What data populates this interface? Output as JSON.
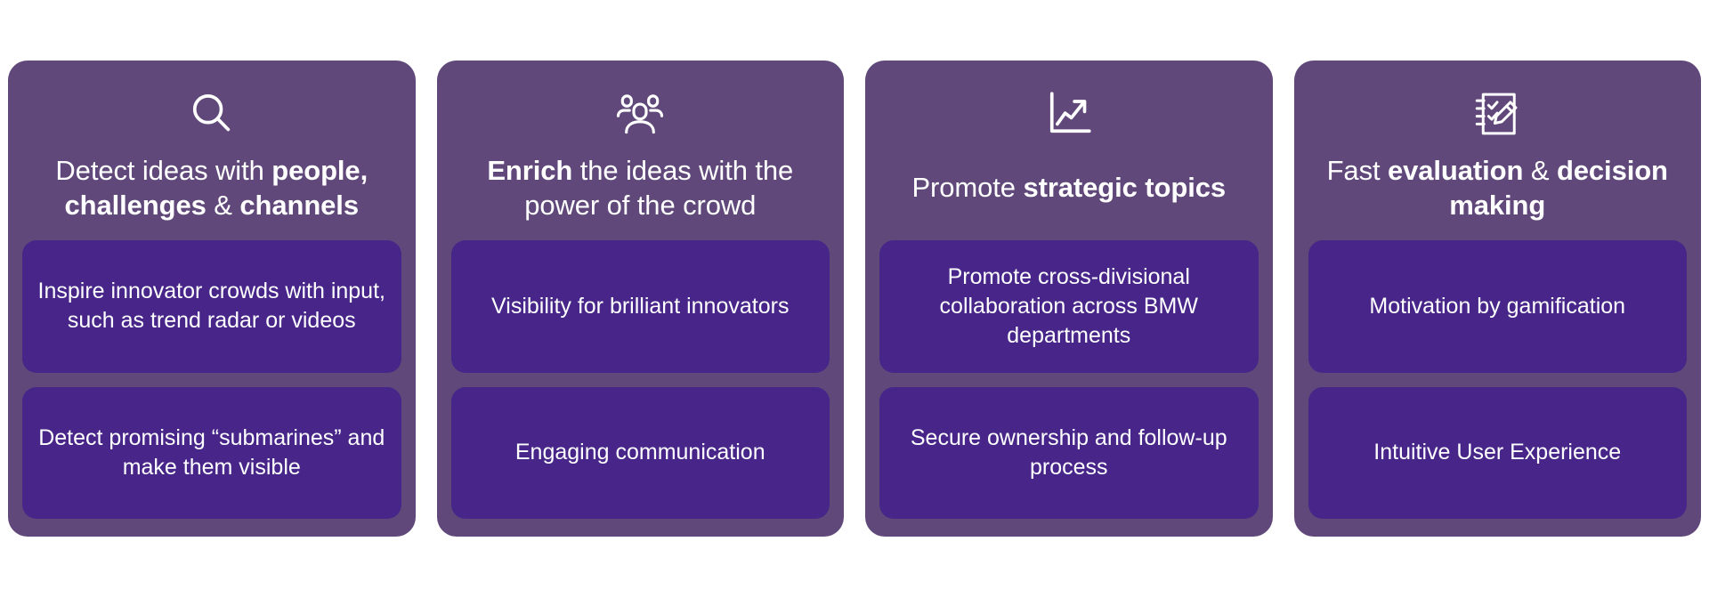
{
  "theme": {
    "page_background": "#ffffff",
    "card_background": "#60497A",
    "bullet_background": "#472589",
    "text_color": "#ffffff"
  },
  "cards": [
    {
      "icon": "magnifier-search-icon",
      "title_parts": [
        {
          "text": "Detect ideas with ",
          "bold": false
        },
        {
          "text": "people, challenges",
          "bold": true
        },
        {
          "text": " & ",
          "bold": false
        },
        {
          "text": "channels",
          "bold": true
        }
      ],
      "title_plain": "Detect ideas with people, challenges & channels",
      "bullets": [
        "Inspire innovator crowds with input, such as trend radar or videos",
        "Detect promising “submarines” and make them visible"
      ]
    },
    {
      "icon": "people-group-icon",
      "title_parts": [
        {
          "text": "Enrich",
          "bold": true
        },
        {
          "text": " the ideas with the power of the crowd",
          "bold": false
        }
      ],
      "title_plain": "Enrich the ideas with the power of the crowd",
      "bullets": [
        "Visibility for brilliant innovators",
        "Engaging communication"
      ]
    },
    {
      "icon": "growth-chart-arrow-icon",
      "title_parts": [
        {
          "text": "Promote ",
          "bold": false
        },
        {
          "text": "strategic topics",
          "bold": true
        }
      ],
      "title_plain": "Promote strategic topics",
      "bullets": [
        "Promote cross-divisional collaboration across BMW departments",
        "Secure ownership and follow-up process"
      ]
    },
    {
      "icon": "checklist-notepad-pencil-icon",
      "title_parts": [
        {
          "text": "Fast ",
          "bold": false
        },
        {
          "text": "evaluation",
          "bold": true
        },
        {
          "text": " & ",
          "bold": false
        },
        {
          "text": "decision making",
          "bold": true
        }
      ],
      "title_plain": "Fast evaluation & decision making",
      "bullets": [
        "Motivation by gamification",
        "Intuitive User Experience"
      ]
    }
  ]
}
